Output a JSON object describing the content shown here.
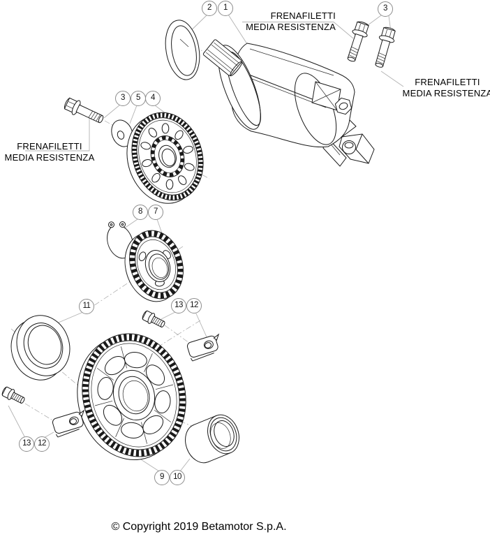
{
  "notes": {
    "top": {
      "line1": "FRENAFILETTI",
      "line2": "MEDIA RESISTENZA"
    },
    "right": {
      "line1": "FRENAFILETTI",
      "line2": "MEDIA RESISTENZA"
    },
    "left": {
      "line1": "FRENAFILETTI",
      "line2": "MEDIA RESISTENZA"
    }
  },
  "callouts": [
    {
      "label": "2"
    },
    {
      "label": "1"
    },
    {
      "label": "3"
    },
    {
      "label": "3"
    },
    {
      "label": "5"
    },
    {
      "label": "4"
    },
    {
      "label": "8"
    },
    {
      "label": "7"
    },
    {
      "label": "11"
    },
    {
      "label": "13"
    },
    {
      "label": "12"
    },
    {
      "label": "13"
    },
    {
      "label": "12"
    },
    {
      "label": "9"
    },
    {
      "label": "10"
    }
  ],
  "footer": {
    "copyright": "© Copyright 2019 Betamotor S.p.A."
  },
  "colors": {
    "background": "#ffffff",
    "line": "#1a1a1a",
    "leader": "#b2b2b2",
    "callout_border": "#8c8c8c"
  }
}
